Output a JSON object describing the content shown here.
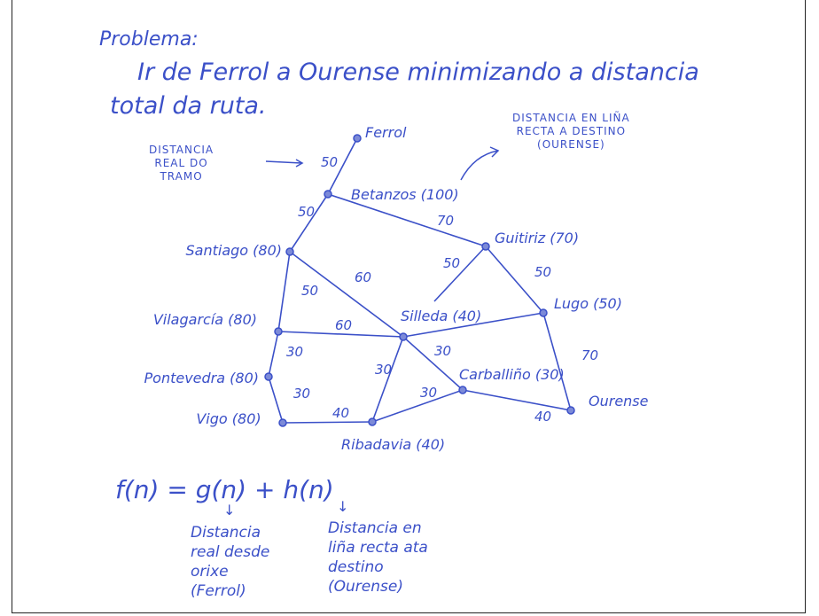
{
  "problem": {
    "heading": "Problema:",
    "line1": "Ir de Ferrol a Ourense minimizando a distancia",
    "line2": "total da ruta."
  },
  "annotations": {
    "real_distance": [
      "DISTANCIA",
      "REAL DO",
      "TRAMO"
    ],
    "straight_distance": [
      "DISTANCIA EN LIÑA",
      "RECTA A DESTINO",
      "(OURENSE)"
    ]
  },
  "graph": {
    "nodes": [
      {
        "id": "ferrol",
        "label": "Ferrol"
      },
      {
        "id": "betanzos",
        "label": "Betanzos (100)"
      },
      {
        "id": "santiago",
        "label": "Santiago (80)"
      },
      {
        "id": "guitiriz",
        "label": "Guitiriz (70)"
      },
      {
        "id": "lugo",
        "label": "Lugo (50)"
      },
      {
        "id": "silleda",
        "label": "Silleda (40)"
      },
      {
        "id": "vilagarcia",
        "label": "Vilagarcía (80)"
      },
      {
        "id": "pontevedra",
        "label": "Pontevedra (80)"
      },
      {
        "id": "vigo",
        "label": "Vigo (80)"
      },
      {
        "id": "ribadavia",
        "label": "Ribadavia (40)"
      },
      {
        "id": "carballino",
        "label": "Carballiño (30)"
      },
      {
        "id": "ourense",
        "label": "Ourense"
      }
    ],
    "edges": [
      {
        "from": "ferrol",
        "to": "betanzos",
        "weight": "50"
      },
      {
        "from": "betanzos",
        "to": "santiago",
        "weight": "50"
      },
      {
        "from": "betanzos",
        "to": "guitiriz",
        "weight": "70"
      },
      {
        "from": "santiago",
        "to": "silleda",
        "weight": "60"
      },
      {
        "from": "santiago",
        "to": "vilagarcia",
        "weight": "50"
      },
      {
        "from": "guitiriz",
        "to": "silleda",
        "weight": "50"
      },
      {
        "from": "guitiriz",
        "to": "lugo",
        "weight": "50"
      },
      {
        "from": "vilagarcia",
        "to": "silleda",
        "weight": "60"
      },
      {
        "from": "silleda",
        "to": "lugo",
        "weight": ""
      },
      {
        "from": "lugo",
        "to": "ourense",
        "weight": "70"
      },
      {
        "from": "vilagarcia",
        "to": "pontevedra",
        "weight": "30"
      },
      {
        "from": "pontevedra",
        "to": "vigo",
        "weight": "30"
      },
      {
        "from": "vigo",
        "to": "ribadavia",
        "weight": "40"
      },
      {
        "from": "silleda",
        "to": "ribadavia",
        "weight": "30"
      },
      {
        "from": "silleda",
        "to": "carballino",
        "weight": "30"
      },
      {
        "from": "ribadavia",
        "to": "carballino",
        "weight": "30"
      },
      {
        "from": "carballino",
        "to": "ourense",
        "weight": "40"
      }
    ]
  },
  "formula": {
    "text": "f(n) = g(n) + h(n)",
    "g_note": [
      "Distancia",
      "real desde",
      "orixe",
      "(Ferrol)"
    ],
    "h_note": [
      "Distancia en",
      "liña recta ata",
      "destino",
      "(Ourense)"
    ]
  },
  "colors": {
    "ink": "#3b50c8"
  }
}
